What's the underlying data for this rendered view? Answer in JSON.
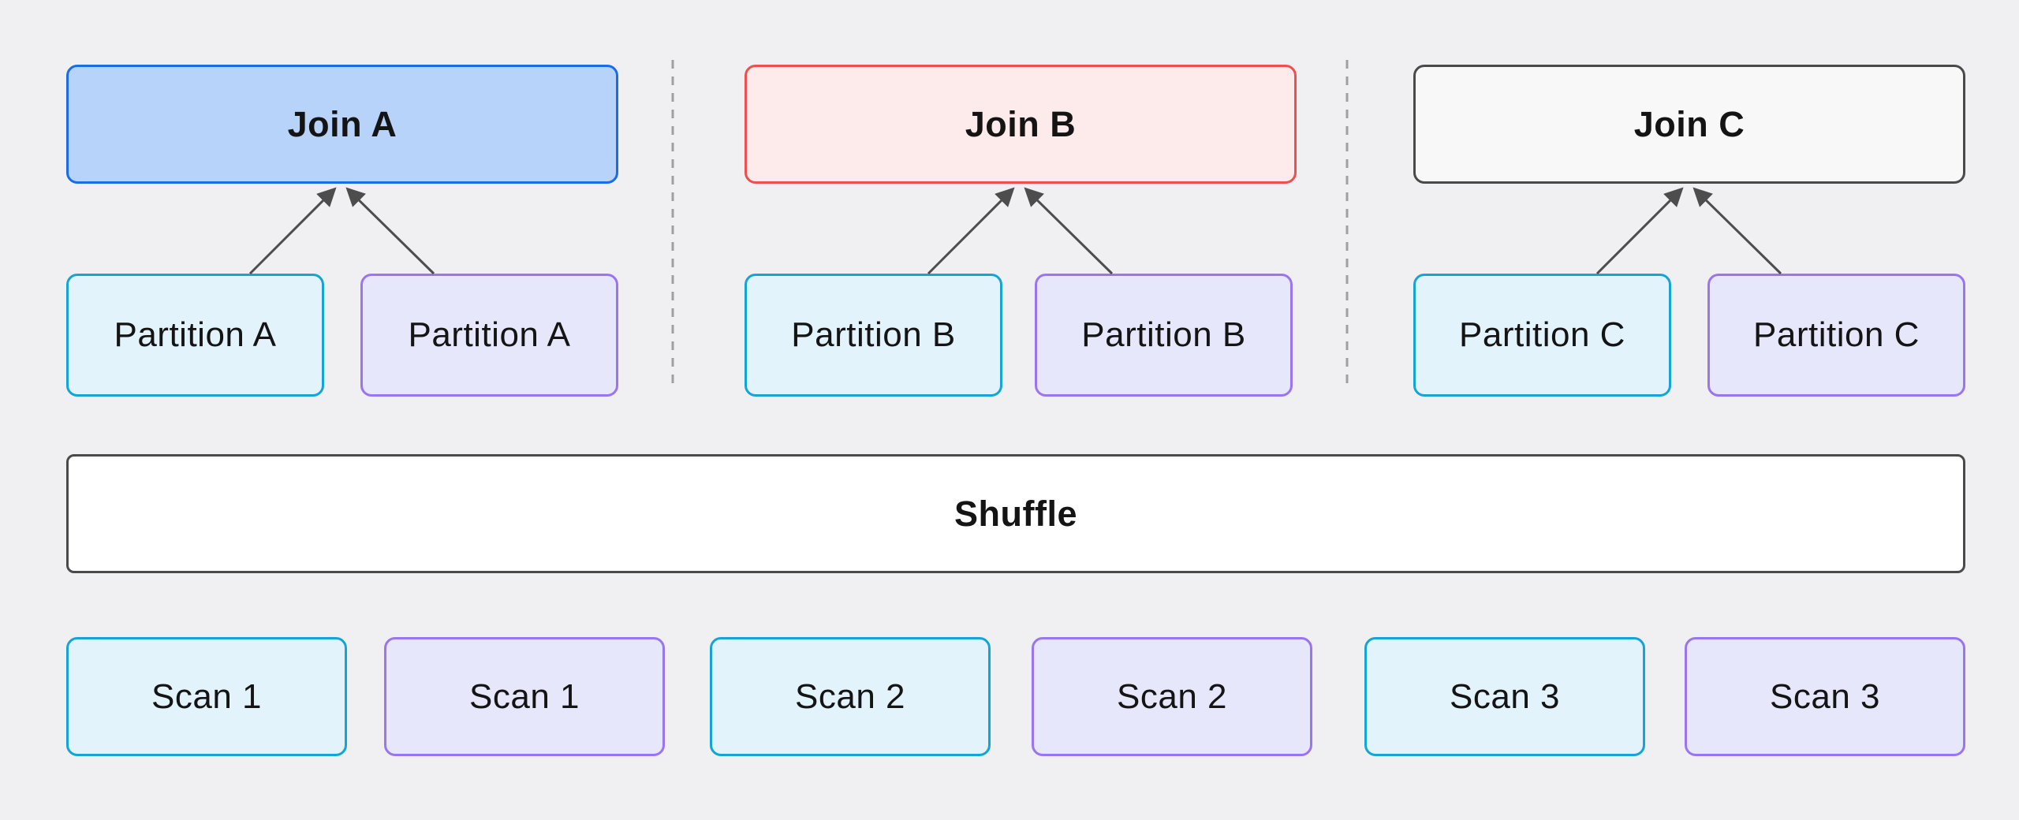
{
  "diagram": {
    "groups": [
      {
        "join": {
          "label": "Join A",
          "fill": "#b7d3f9",
          "border": "#1b6ce8"
        },
        "partitions": [
          {
            "label": "Partition A",
            "variant": "cyan",
            "fill": "#e3f3fb",
            "border": "#12a5d6"
          },
          {
            "label": "Partition A",
            "variant": "purple",
            "fill": "#e6e7fb",
            "border": "#9b74ef"
          }
        ]
      },
      {
        "join": {
          "label": "Join B",
          "fill": "#fdeaea",
          "border": "#ee4f4f"
        },
        "partitions": [
          {
            "label": "Partition B",
            "variant": "cyan",
            "fill": "#e3f3fb",
            "border": "#12a5d6"
          },
          {
            "label": "Partition B",
            "variant": "purple",
            "fill": "#e6e7fb",
            "border": "#9b74ef"
          }
        ]
      },
      {
        "join": {
          "label": "Join C",
          "fill": "#f8f8f8",
          "border": "#4a4a4a"
        },
        "partitions": [
          {
            "label": "Partition C",
            "variant": "cyan",
            "fill": "#e3f3fb",
            "border": "#12a5d6"
          },
          {
            "label": "Partition C",
            "variant": "purple",
            "fill": "#e6e7fb",
            "border": "#9b74ef"
          }
        ]
      }
    ],
    "shuffle": {
      "label": "Shuffle",
      "fill": "#ffffff",
      "border": "#4a4a4a"
    },
    "scans": [
      {
        "label": "Scan 1",
        "variant": "cyan"
      },
      {
        "label": "Scan 1",
        "variant": "purple"
      },
      {
        "label": "Scan 2",
        "variant": "cyan"
      },
      {
        "label": "Scan 2",
        "variant": "purple"
      },
      {
        "label": "Scan 3",
        "variant": "cyan"
      },
      {
        "label": "Scan 3",
        "variant": "purple"
      }
    ],
    "colors": {
      "background": "#f0f0f2",
      "text": "#141414",
      "arrow": "#4d4d4d",
      "divider": "#a0a0a4"
    }
  }
}
